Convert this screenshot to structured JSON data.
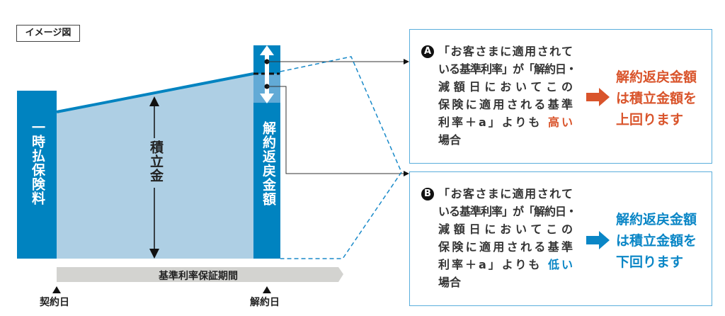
{
  "title": "イメージ図",
  "left_bar_label": "一時払保険料",
  "accumulation_label": "積立金",
  "right_bar_label": "解約返戻金額",
  "period_label": "基準利率保証期間",
  "start_label": "契約日",
  "end_label": "解約日",
  "colors": {
    "bar": "#0083c0",
    "fill": "#aecfe4",
    "up": "#d9542b",
    "down": "#0a86c6",
    "box_border": "#5aaedc"
  },
  "cases": [
    {
      "badge": "A",
      "lines": [
        "「お客さまに適用されて",
        "いる基準利率」が「解約日・",
        "減額日においてこの",
        "保険に適用される基準",
        "利率＋a」よりも"
      ],
      "highlight": "高い",
      "last_line": "場合",
      "result": [
        "解約返戻金額",
        "は積立金額を",
        "上回ります"
      ]
    },
    {
      "badge": "B",
      "lines": [
        "「お客さまに適用されて",
        "いる基準利率」が「解約日・",
        "減額日においてこの",
        "保険に適用される基準",
        "利率＋a」よりも"
      ],
      "highlight": "低い",
      "last_line": "場合",
      "result": [
        "解約返戻金額",
        "は積立金額を",
        "下回ります"
      ]
    }
  ]
}
